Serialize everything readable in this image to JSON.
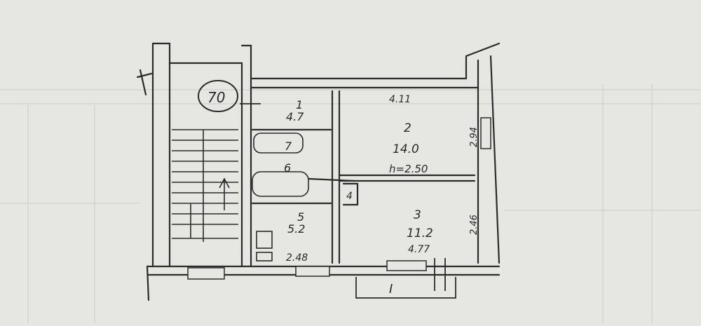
{
  "plan": {
    "apartment_number": "70",
    "rooms": [
      {
        "number": "1",
        "area": "4.7"
      },
      {
        "number": "2",
        "area": "14.0"
      },
      {
        "number": "3",
        "area": "11.2"
      },
      {
        "number": "4",
        "area": ""
      },
      {
        "number": "5",
        "area": "5.2"
      },
      {
        "number": "6",
        "area": ""
      },
      {
        "number": "7",
        "area": ""
      }
    ],
    "dimensions": {
      "top_width": "4.11",
      "right_upper": "2.94",
      "right_lower": "2.46",
      "bottom_middle": "2.48",
      "bottom_right": "4.77"
    },
    "ceiling_height": "h=2.50",
    "section_mark": "I"
  },
  "colors": {
    "paper": "#e6e7e2",
    "ink": "#2b2b2b"
  }
}
